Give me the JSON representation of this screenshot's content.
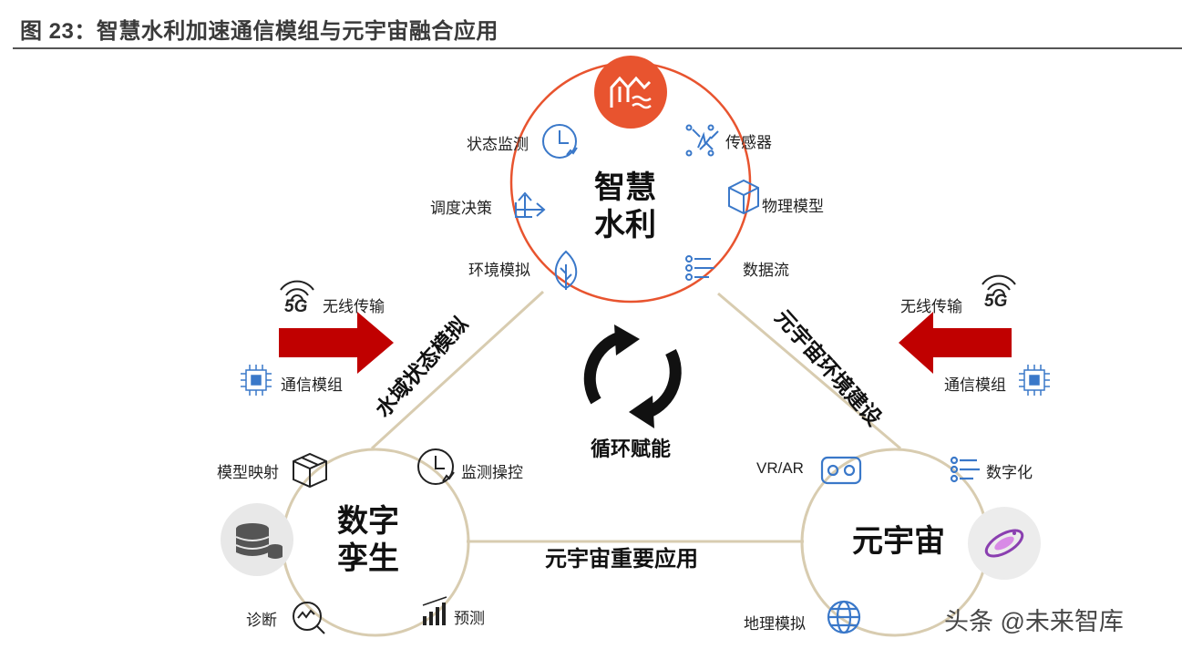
{
  "title": "图 23：智慧水利加速通信模组与元宇宙融合应用",
  "top_node": {
    "label_line1": "智慧",
    "label_line2": "水利",
    "items": [
      "状态监测",
      "传感器",
      "调度决策",
      "物理模型",
      "环境模拟",
      "数据流"
    ]
  },
  "left_node": {
    "label_line1": "数字",
    "label_line2": "孪生",
    "items": [
      "模型映射",
      "监测操控",
      "诊断",
      "预测"
    ]
  },
  "right_node": {
    "label": "元宇宙",
    "items": [
      "VR/AR",
      "数字化",
      "地理模拟"
    ]
  },
  "edges": {
    "left": "水域状态模拟",
    "right": "元宇宙环境建设",
    "bottom": "元宇宙重要应用"
  },
  "center_label": "循环赋能",
  "left_inputs": {
    "wireless": "无线传输",
    "module": "通信模组",
    "badge": "5G"
  },
  "right_inputs": {
    "wireless": "无线传输",
    "module": "通信模组",
    "badge": "5G"
  },
  "watermark": "头条 @未来智库",
  "colors": {
    "red_arrow": "#c00000",
    "circle_red": "#e8542f",
    "circle_beige": "#d8ccb0",
    "icon_blue": "#3a78c9"
  }
}
